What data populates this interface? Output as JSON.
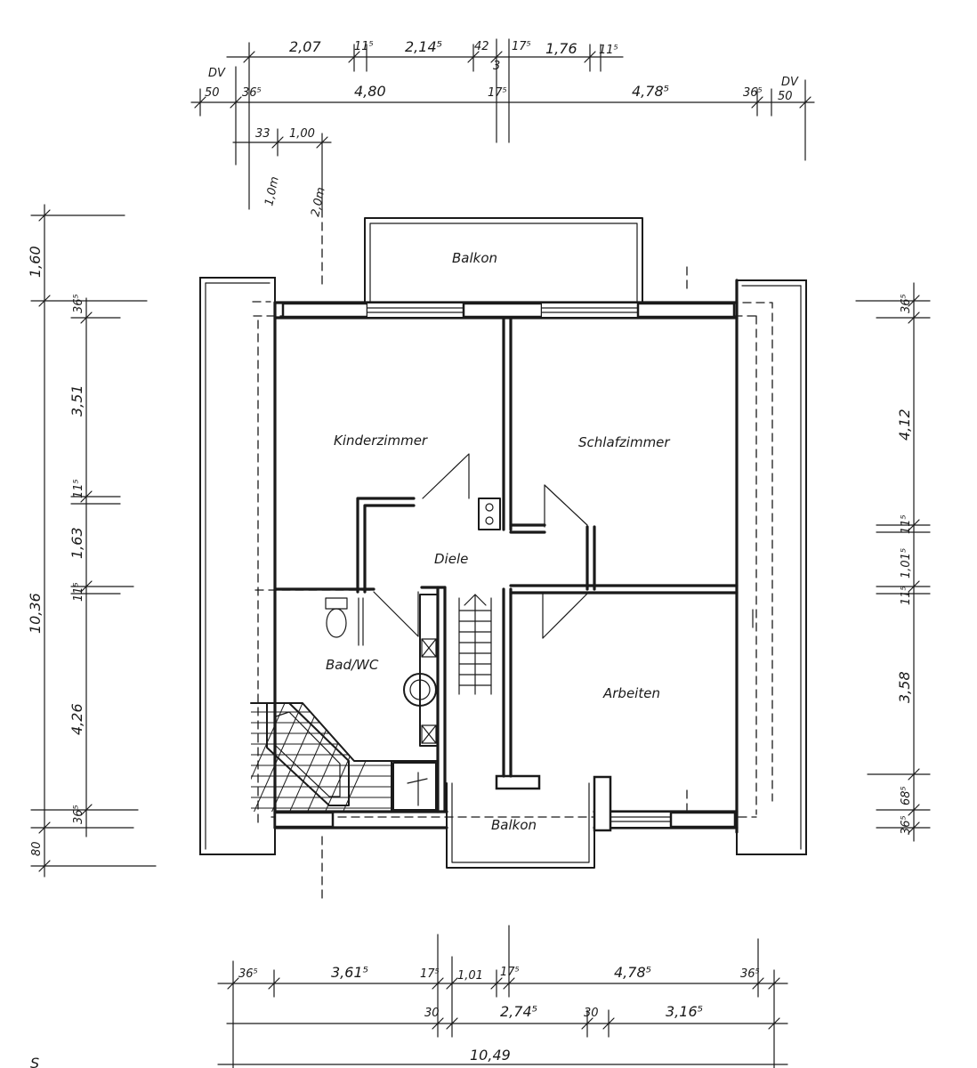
{
  "rooms": {
    "balkon_top": "Balkon",
    "kinderzimmer": "Kinderzimmer",
    "schlafzimmer": "Schlafzimmer",
    "diele": "Diele",
    "bad_wc": "Bad/WC",
    "arbeiten": "Arbeiten",
    "balkon_bottom": "Balkon"
  },
  "dims_top_row1": [
    "2,07",
    "11⁵",
    "2,14⁵",
    "42",
    "17⁵",
    "1,76",
    "11⁵"
  ],
  "dims_top_row1_sub": "3",
  "dims_top_row2": [
    "DV",
    "50",
    "36⁵",
    "4,80",
    "17⁵",
    "4,78⁵",
    "36⁵",
    "DV",
    "50"
  ],
  "dims_top_row3": [
    "33",
    "1,00",
    "1,0m",
    "2,0m"
  ],
  "dims_left": [
    "1,60",
    "36⁵",
    "3,51",
    "11⁵",
    "1,63",
    "11⁵",
    "4,26",
    "36⁵",
    "80",
    "10,36"
  ],
  "dims_right": [
    "36⁵",
    "4,12",
    "11⁵",
    "1,01⁵",
    "11⁵",
    "3,58",
    "68⁵",
    "36⁵"
  ],
  "dims_bottom_row1": [
    "36⁵",
    "3,61⁵",
    "17⁵",
    "1,01",
    "17⁵",
    "4,78⁵",
    "36⁵"
  ],
  "dims_bottom_row2": [
    "30",
    "2,74⁵",
    "30",
    "3,16⁵"
  ],
  "dims_bottom_total": "10,49",
  "corner_mark": "S"
}
